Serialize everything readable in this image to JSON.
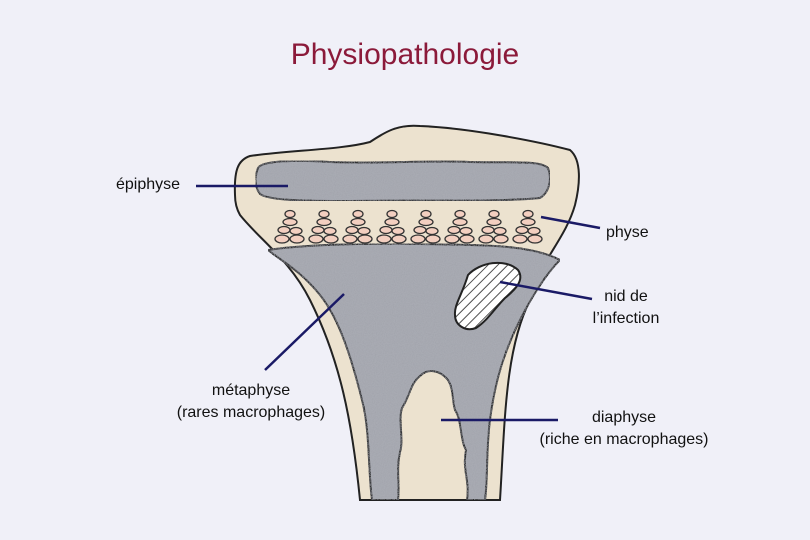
{
  "title": "Physiopathologie",
  "labels": {
    "epiphyse": "épiphyse",
    "physe": "physe",
    "nid_line1": "nid de",
    "nid_line2": "l’infection",
    "metaphyse_line1": "métaphyse",
    "metaphyse_line2": "(rares macrophages)",
    "diaphyse_line1": "diaphyse",
    "diaphyse_line2": "(riche en macrophages)"
  },
  "colors": {
    "title": "#8b1a3a",
    "background": "#f0f0f8",
    "cortex": "#ece2cf",
    "marrow": "#a9abb3",
    "leader_line": "#1a1a66",
    "cartilage_cells": "#f3cfc0"
  }
}
